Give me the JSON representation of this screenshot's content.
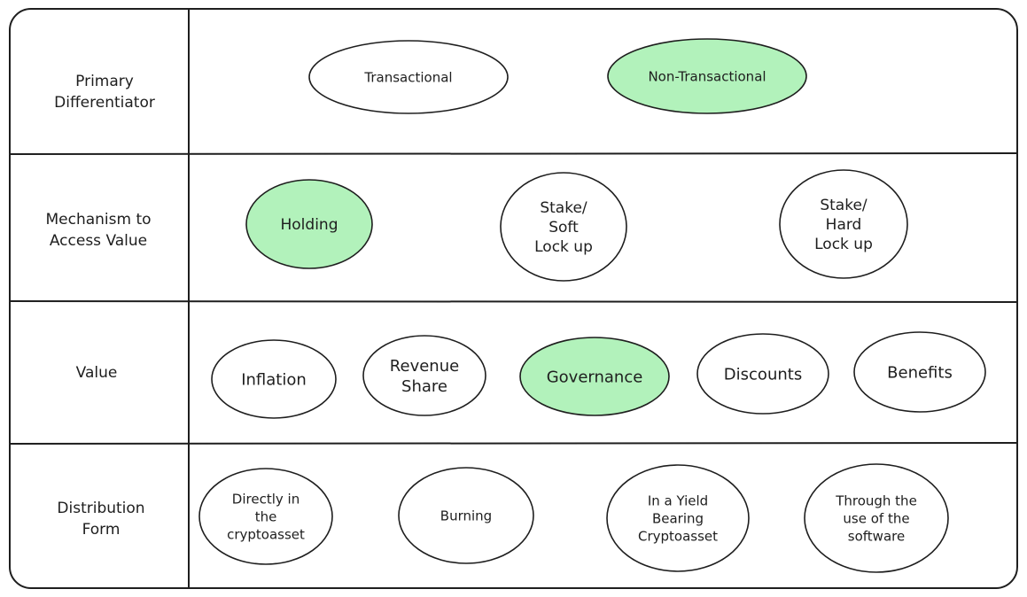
{
  "colors": {
    "stroke": "#1e1e1e",
    "highlight": "#b2f2bb",
    "background": "#ffffff"
  },
  "rows": [
    {
      "label": [
        "Primary",
        "Differentiator"
      ],
      "options": [
        {
          "text": [
            "Transactional"
          ],
          "highlighted": false
        },
        {
          "text": [
            "Non-Transactional"
          ],
          "highlighted": true
        }
      ]
    },
    {
      "label": [
        "Mechanism to",
        "Access Value"
      ],
      "options": [
        {
          "text": [
            "Holding"
          ],
          "highlighted": true
        },
        {
          "text": [
            "Stake/",
            "Soft",
            "Lock up"
          ],
          "highlighted": false
        },
        {
          "text": [
            "Stake/",
            "Hard",
            "Lock up"
          ],
          "highlighted": false
        }
      ]
    },
    {
      "label": [
        "Value"
      ],
      "options": [
        {
          "text": [
            "Inflation"
          ],
          "highlighted": false
        },
        {
          "text": [
            "Revenue",
            "Share"
          ],
          "highlighted": false
        },
        {
          "text": [
            "Governance"
          ],
          "highlighted": true
        },
        {
          "text": [
            "Discounts"
          ],
          "highlighted": false
        },
        {
          "text": [
            "Benefits"
          ],
          "highlighted": false
        }
      ]
    },
    {
      "label": [
        "Distribution",
        "Form"
      ],
      "options": [
        {
          "text": [
            "Directly in",
            "the",
            "cryptoasset"
          ],
          "highlighted": false
        },
        {
          "text": [
            "Burning"
          ],
          "highlighted": false
        },
        {
          "text": [
            "In a Yield",
            "Bearing",
            "Cryptoasset"
          ],
          "highlighted": false
        },
        {
          "text": [
            "Through the",
            "use of the",
            "software"
          ],
          "highlighted": false
        }
      ]
    }
  ]
}
